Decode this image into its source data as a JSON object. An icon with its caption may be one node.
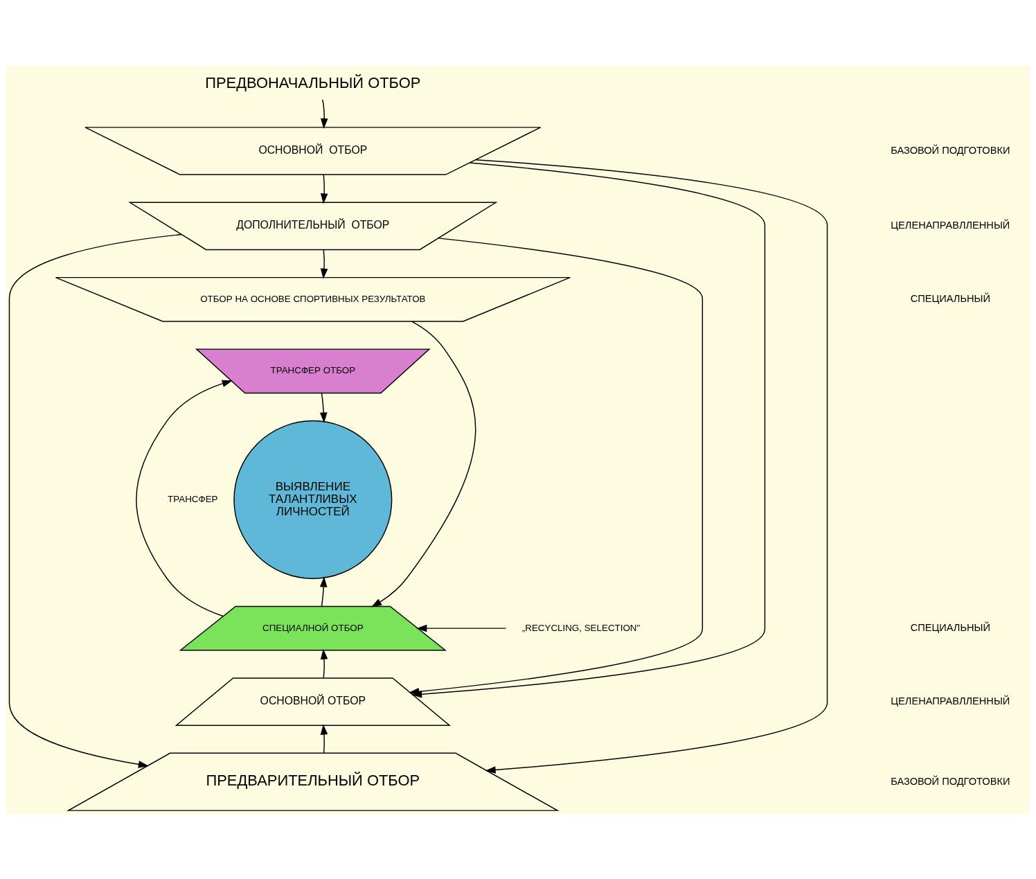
{
  "diagram": {
    "nodes": [
      {
        "text": [
          "ПРЕДВОНАЧАЛЬНЫЙ ОТБОР"
        ]
      },
      {
        "text": [
          "ОСНОВНОЙ  ОТБОР"
        ]
      },
      {
        "text": [
          "ДОПОЛНИТЕЛЬНЫЙ  ОТБОР"
        ]
      },
      {
        "text": [
          "ОТБОР НА ОСНОВЕ СПОРТИВНЫХ РЕЗУЛЬТАТОВ"
        ]
      },
      {
        "text": [
          "ТРАНСФЕР ОТБОР"
        ]
      },
      {
        "text": [
          "ВЫЯВЛЕНИЕ ТАЛАНТЛИВЫХ ЛИЧНОСТЕЙ"
        ]
      },
      {
        "text": [
          "„RECYCLING, SELECTION\""
        ]
      },
      {
        "text": [
          "СПЕЦИАЛНОЙ ОТБОР"
        ]
      },
      {
        "text": [
          "ОСНОВНОЙ ОТБОР"
        ]
      },
      {
        "text": [
          "ПРЕДВАРИТЕЛЬНЫЙ ОТБОР"
        ]
      }
    ],
    "edges": [
      {
        "from": 0,
        "to": 1,
        "arrow": "to"
      },
      {
        "from": 1,
        "to": 2,
        "arrow": "to"
      },
      {
        "from": 2,
        "to": 3,
        "arrow": "to"
      },
      {
        "from": 4,
        "to": 5,
        "arrow": "to"
      },
      {
        "from": 9,
        "to": 8,
        "arrow": "to"
      },
      {
        "from": 8,
        "to": 7,
        "arrow": "to"
      },
      {
        "from": 7,
        "to": 5,
        "arrow": "to"
      },
      {
        "from": 6,
        "to": 7,
        "arrow": "to"
      },
      {
        "from": 7,
        "to": 4,
        "label": "ТРАНСФЕР",
        "arrow": "to"
      },
      {
        "from": 3,
        "to": 7,
        "arrow": "to"
      },
      {
        "from": 1,
        "to": 8,
        "arrow": "to"
      },
      {
        "from": 1,
        "to": 9,
        "arrow": "to"
      },
      {
        "from": 2,
        "to": 8,
        "arrow": "to"
      },
      {
        "from": 2,
        "to": 9,
        "arrow": "to"
      }
    ],
    "labels": [
      "БАЗОВОЙ ПОДГОТОВКИ",
      "ЦЕЛЕНАПРАВЛЛЕННЫЙ",
      "СПЕЦИАЛЬНЫЙ",
      "СПЕЦИАЛЬНЫЙ",
      "ЦЕЛЕНАПРАВЛЛЕННЫЙ",
      "БАЗОВОЙ ПОДГОТОВКИ"
    ]
  }
}
